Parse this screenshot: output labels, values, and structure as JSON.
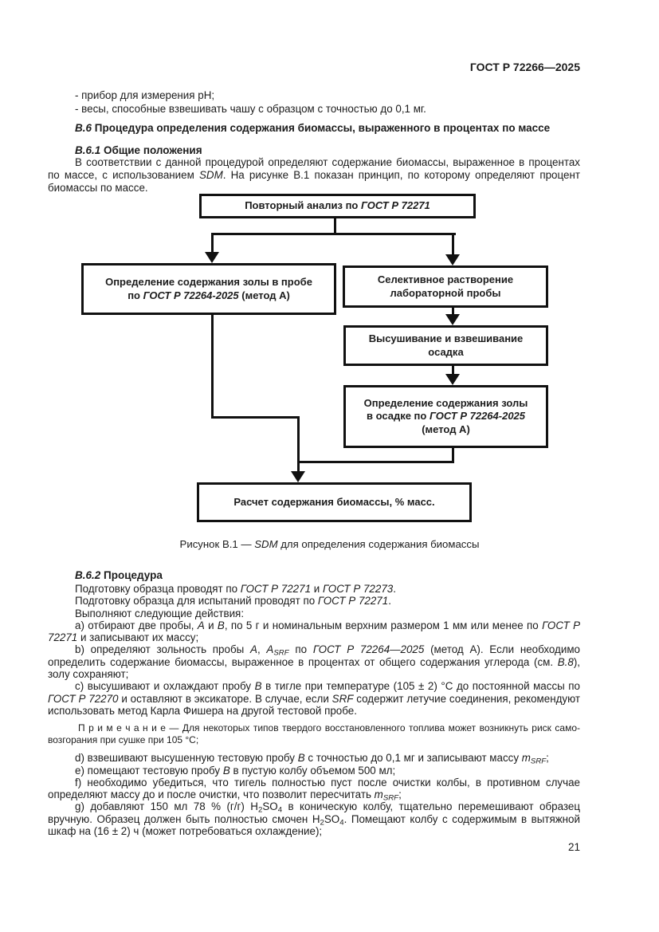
{
  "page": {
    "header": "ГОСТ Р 72266—2025",
    "page_number": "21"
  },
  "intro": {
    "bullets": [
      "- прибор для измерения pH;",
      "- весы, способные взвешивать чашу с образцом с точностью до 0,1 мг."
    ]
  },
  "section_b6": {
    "heading": "*В.6* Процедура определения содержания биомассы, выраженного в процентах по массе",
    "b61_heading": "*В.6.1* Общие положения",
    "b61_paragraph": "В соответствии с данной процедурой определяют содержание биомассы, выраженное в процентах по массе, с использованием *SDM*. На рисунке В.1 показан принцип, по которому определяют процент биомассы по массе."
  },
  "figure": {
    "boxes": [
      {
        "name": "repeat-analysis",
        "lines": [
          "Повторный анализ по *ГОСТ Р 72271*"
        ]
      },
      {
        "name": "ash-in-sample",
        "lines": [
          "Определение содержания золы в пробе",
          "по *ГОСТ Р 72264-2025* (метод А)"
        ]
      },
      {
        "name": "selective-dissolution",
        "lines": [
          "Селективное растворение",
          "лабораторной пробы"
        ]
      },
      {
        "name": "dry-and-weigh",
        "lines": [
          "Высушивание и взвешивание",
          "осадка"
        ]
      },
      {
        "name": "ash-in-residue",
        "lines": [
          "Определение содержания золы",
          "в осадке по *ГОСТ Р 72264-2025*",
          "(метод А)"
        ]
      },
      {
        "name": "biomass-calculation",
        "lines": [
          "Расчет содержания биомассы, % масс."
        ]
      }
    ],
    "caption": "Рисунок В.1 — *SDM* для определения содержания биомассы"
  },
  "b62": {
    "heading": "*В.6.2* Процедура",
    "paragraphs": [
      "Подготовку образца проводят по *ГОСТ Р 72271* и *ГОСТ Р 72273*.",
      "Подготовку образца для испытаний проводят по *ГОСТ Р 72271*.",
      "Выполняют следующие действия:",
      "а) отбирают две пробы, *А* и *В*, по 5 г и номинальным верхним размером 1 мм или менее по *ГОСТ Р 72271* и записывают их массу;",
      "b) определяют зольность пробы *А*, *А_{SRF}* по *ГОСТ Р 72264—2025* (метод А). Если необходимо определить со­держание биомассы, выраженное в процентах от общего содержания углерода (см. *В.8*), золу сохраняют;",
      "с) высушивают и охлаждают пробу *В* в тигле при температуре (105 ± 2) °С до постоянной массы по *ГОСТ Р 72270* и оставляют в эксикаторе. В случае, если *SRF* содержит летучие соединения, рекомендуют исполь­зовать метод Карла Фишера на другой тестовой пробе."
    ],
    "note": "П р и м е ч а н и е  —  Для некоторых типов твердого восстановленного топлива может возникнуть риск само­возгорания при сушке при 105 °С;",
    "paragraphs2": [
      "d) взвешивают высушенную тестовую пробу *В* с точностью до 0,1 мг и записывают массу *m_{SRF}*;",
      "е) помещают тестовую пробу *В* в пустую колбу объемом 500 мл;",
      "f) необходимо убедиться, что тигель полностью пуст после очистки колбы, в противном случае определяют массу до и после очистки, что позволит пересчитать *m_{SRF}*;",
      "g) добавляют 150 мл 78 % (г/г) H_{2}SO_{4} в коническую колбу, тщательно перемешивают образец вручную. Обра­зец должен быть полностью смочен H_{2}SO_{4}. Помещают колбу с содержимым в вытяжной шкаф на (16 ± 2) ч (может потребоваться охлаждение);"
    ]
  }
}
